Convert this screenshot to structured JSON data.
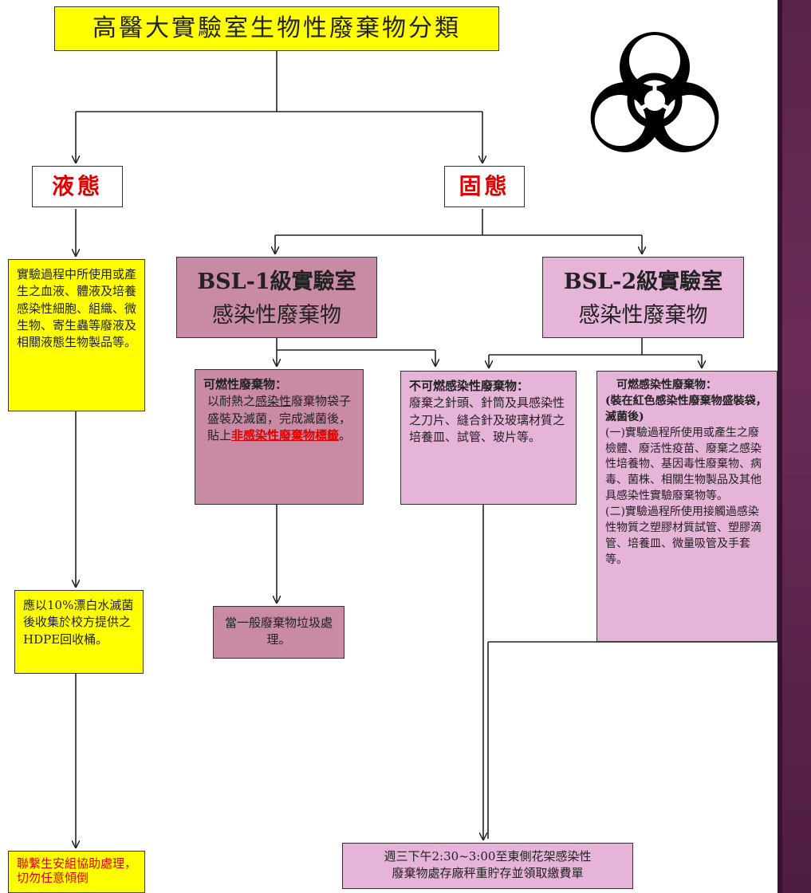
{
  "title": "高醫大實驗室生物性廢棄物分類",
  "states": {
    "liquid": "液態",
    "solid": "固態"
  },
  "liquid_desc": "實驗過程中所使用或產生之血液、體液及培養感染性細胞、組織、微生物、寄生蟲等廢液及相關液態生物製品等。",
  "liquid_treat": "應以10%漂白水滅菌後收集於校方提供之HDPE回收桶。",
  "liquid_contact": "聯繫生安組協助處理，切勿任意傾倒",
  "bsl1": {
    "line1": "BSL-1級實驗室",
    "line2": "感染性廢棄物"
  },
  "bsl2": {
    "line1": "BSL-2級實驗室",
    "line2": "感染性廢棄物"
  },
  "combustible1": {
    "head": "可燃性廢棄物：",
    "p1": "以耐熱之",
    "p2": "感染性",
    "p3": "廢棄物袋子盛裝及滅菌，完成滅菌後，貼上",
    "p4": "非感染性廢棄物標籤",
    "p5": "。"
  },
  "general_waste": "當一般廢棄物垃圾處理。",
  "noncombustible": {
    "head": "不可燃感染性廢棄物：",
    "body": "廢棄之針頭、針筒及具感染性之刀片、縫合針及玻璃材質之培養皿、試管、玻片等。"
  },
  "combustible2": {
    "head": "可燃感染性廢棄物：",
    "head2": "(裝在紅色感染性廢棄物盛裝袋，滅菌後)",
    "item1": "(一)實驗過程所使用或產生之廢檢體、廢活性疫苗、廢棄之感染性培養物、基因毒性廢棄物、病毒、菌株、相關生物製品及其他具感染性實驗廢棄物等。",
    "item2": "(二)實驗過程所使用接觸過感染性物質之塑膠材質試管、塑膠滴管、培養皿、微量吸管及手套等。"
  },
  "collection": {
    "line1": "週三下午2:30~3:00至東側花架感染性",
    "line2": "廢棄物處存廠秤重貯存並領取繳費單"
  },
  "colors": {
    "yellow": "#ffff00",
    "red": "#e00000",
    "bsl1": "#c98aa6",
    "bsl2": "#e6b3d9",
    "sidebar": "#5a2448"
  },
  "logo_icon": "biohazard-icon"
}
